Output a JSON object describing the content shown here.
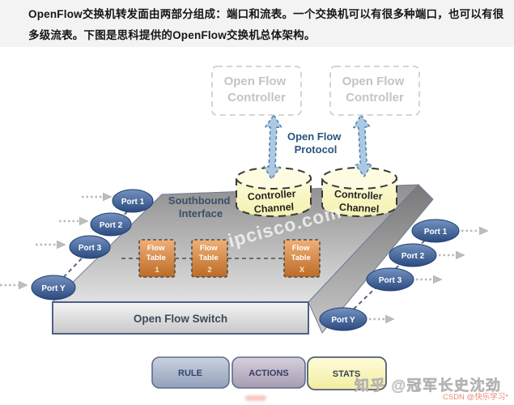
{
  "intro": {
    "line1": "OpenFlow交换机转发面由两部分组成：端口和流表。一个交换机可以有很多种端口，也可以有很",
    "line2": "多级流表。下图是思科提供的OpenFlow交换机总体架构。"
  },
  "diagram": {
    "controller_left": {
      "line1": "Open Flow",
      "line2": "Controller"
    },
    "controller_right": {
      "line1": "Open Flow",
      "line2": "Controller"
    },
    "protocol": {
      "line1": "Open Flow",
      "line2": "Protocol"
    },
    "channel_left": {
      "line1": "Controller",
      "line2": "Channel"
    },
    "channel_right": {
      "line1": "Controller",
      "line2": "Channel"
    },
    "southbound": {
      "line1": "Southbound",
      "line2": "Interface"
    },
    "flow_tables": [
      {
        "line1": "Flow",
        "line2": "Table",
        "line3": "1"
      },
      {
        "line1": "Flow",
        "line2": "Table",
        "line3": "2"
      },
      {
        "line1": "Flow",
        "line2": "Table",
        "line3": "X"
      }
    ],
    "ports_left": [
      "Port 1",
      "Port 2",
      "Port 3",
      "Port Y"
    ],
    "ports_right": [
      "Port 1",
      "Port 2",
      "Port 3",
      "Port Y"
    ],
    "switch_label": "Open Flow Switch",
    "watermark": "ipcisco.com",
    "flow_entry": {
      "rule": "RULE",
      "actions": "ACTIONS",
      "stats": "STATS"
    }
  },
  "watermarks": {
    "zhihu": "知乎 @冠军长史沈劲",
    "csdn": "CSDN @快乐学习*"
  },
  "colors": {
    "port_blue": "#2E4C82",
    "flow_table_orange": "#BC6C27",
    "channel_yellow": "#FAF8C8",
    "stats_yellow": "#F5EFA4",
    "rule_blue_gray": "#97A3BD",
    "actions_purple_gray": "#A79EB3",
    "protocol_text_blue": "#2A547E",
    "arrow_blue": "#ADC9E2",
    "csdn_red": "#EE8878"
  }
}
